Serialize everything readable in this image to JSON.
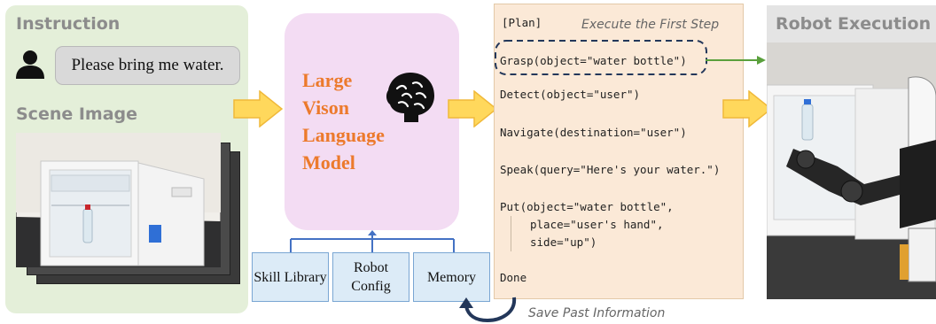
{
  "instruction": {
    "heading": "Instruction",
    "user_icon": "person-icon",
    "text": "Please bring me water."
  },
  "scene": {
    "heading": "Scene Image",
    "photo": "fridge-photo"
  },
  "model": {
    "title_lines": [
      "Large",
      "Vison",
      "Language",
      "Model"
    ],
    "icon": "brain-icon"
  },
  "modules": [
    "Skill Library",
    "Robot Config",
    "Memory"
  ],
  "plan": {
    "header": "[Plan]",
    "step_note": "Execute the First Step",
    "lines": [
      "Grasp(object=\"water bottle\")",
      "Detect(object=\"user\")",
      "Navigate(destination=\"user\")",
      "Speak(query=\"Here's your water.\")",
      "Put(object=\"water bottle\",",
      "place=\"user's hand\",",
      "side=\"up\")",
      "Done"
    ]
  },
  "memory_note": "Save Past Information",
  "execution": {
    "heading": "Robot Execution",
    "photo": "robot-photo"
  },
  "colors": {
    "arrow_fill": "#ffd85c",
    "arrow_stroke": "#f0b93a",
    "model_text": "#ec7a2c",
    "connector": "#4472c4",
    "plan_bg": "#fbe9d7",
    "left_panel_bg": "#e4efd9"
  }
}
